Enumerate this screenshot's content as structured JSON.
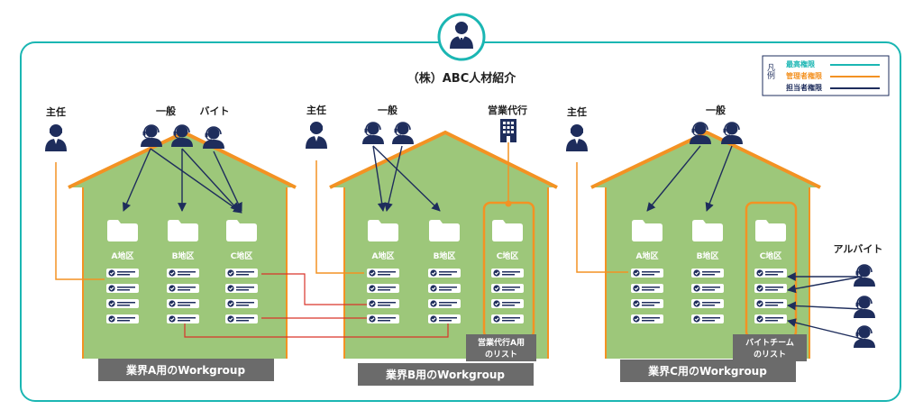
{
  "company": {
    "name": "（株）ABC人材紹介"
  },
  "legend": {
    "title": "凡例",
    "items": [
      {
        "label": "最高権限",
        "color": "#1bb6b3"
      },
      {
        "label": "管理者権限",
        "color": "#f39223"
      },
      {
        "label": "担当者権限",
        "color": "#1e2d5c"
      }
    ]
  },
  "roles": {
    "leader": "主任",
    "general": "一般",
    "parttime": "バイト",
    "agency": "営業代行",
    "arbeit": "アルバイト"
  },
  "workgroups": [
    {
      "name": "業界A用のWorkgroup",
      "folders": [
        "A地区",
        "B地区",
        "C地区"
      ]
    },
    {
      "name": "業界B用のWorkgroup",
      "folders": [
        "A地区",
        "B地区",
        "C地区"
      ],
      "note": "営業代行A用のリスト"
    },
    {
      "name": "業界C用のWorkgroup",
      "folders": [
        "A地区",
        "B地区",
        "C地区"
      ],
      "note": "バイトチームのリスト"
    }
  ],
  "colors": {
    "frame": "#1bb6b3",
    "house": "#9dc77a",
    "roof": "#f39223",
    "navy": "#1e2d5c",
    "red": "#d9342b",
    "label_bg": "#6b6b6b"
  },
  "icons": [
    "person-icon",
    "headset-person-icon",
    "building-icon",
    "folder-icon",
    "checklist-icon"
  ]
}
